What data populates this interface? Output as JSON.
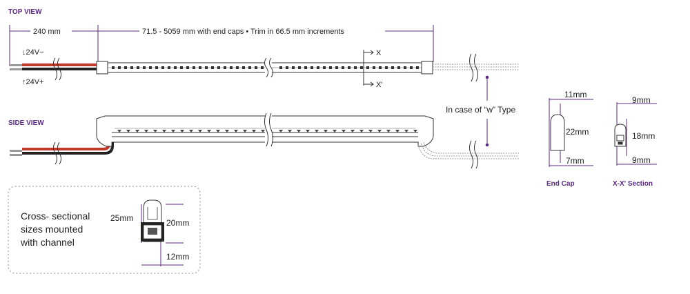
{
  "views": {
    "top_view": "TOP VIEW",
    "side_view": "SIDE VIEW",
    "end_cap": "End Cap",
    "section": "X-X' Section"
  },
  "top_dims": {
    "lead": "240 mm",
    "length": "71.5 - 5059 mm with end caps • Trim in 66.5 mm increments"
  },
  "wire_labels": {
    "neg": "↓24V−",
    "pos": "↑24V+"
  },
  "section_marks": {
    "x": "X",
    "x_prime": "X'"
  },
  "w_type": "In case of “w” Type",
  "end_cap_dims": {
    "top": "11mm",
    "height": "22mm",
    "bottom": "7mm"
  },
  "section_dims": {
    "top": "9mm",
    "height": "18mm",
    "bottom": "9mm"
  },
  "cross_section": {
    "line1": "Cross- sectional",
    "line2": "sizes mounted",
    "line3": "with channel",
    "outer": "25mm",
    "inner": "20mm",
    "width": "12mm"
  },
  "colors": {
    "accent": "#5b2a86",
    "wire_red": "#c0392b",
    "wire_black": "#222222"
  }
}
